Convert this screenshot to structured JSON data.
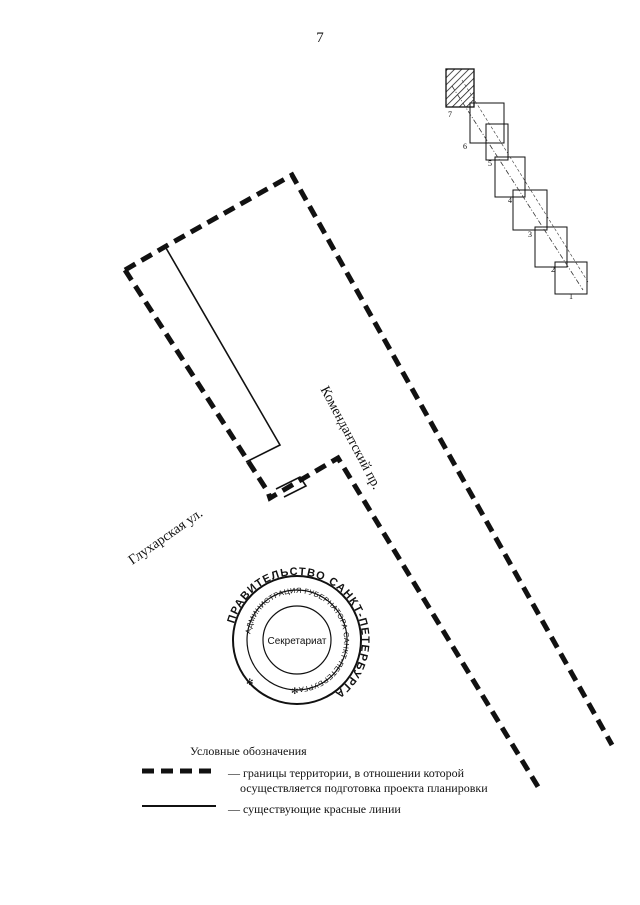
{
  "page": {
    "number": "7"
  },
  "map": {
    "streets": {
      "komendantsky": "Комендантский пр.",
      "glukharskaya": "Глухарская ул."
    },
    "sheet_index": {
      "labels": [
        "1",
        "2",
        "3",
        "4",
        "5",
        "6",
        "7"
      ],
      "highlighted": "7"
    }
  },
  "stamp": {
    "outer_text": "ПРАВИТЕЛЬСТВО САНКТ-ПЕТЕРБУРГА",
    "inner_text": "АДМИНИСТРАЦИЯ ГУБЕРНАТОРА САНКТ-ПЕТЕРБУРГА",
    "center_text": "Секретариат"
  },
  "legend": {
    "title": "Условные обозначения",
    "items": [
      {
        "text_line1": "— границы территории, в отношении которой",
        "text_line2": "осуществляется подготовка проекта планировки"
      },
      {
        "text": "— существующие красные линии"
      }
    ]
  }
}
